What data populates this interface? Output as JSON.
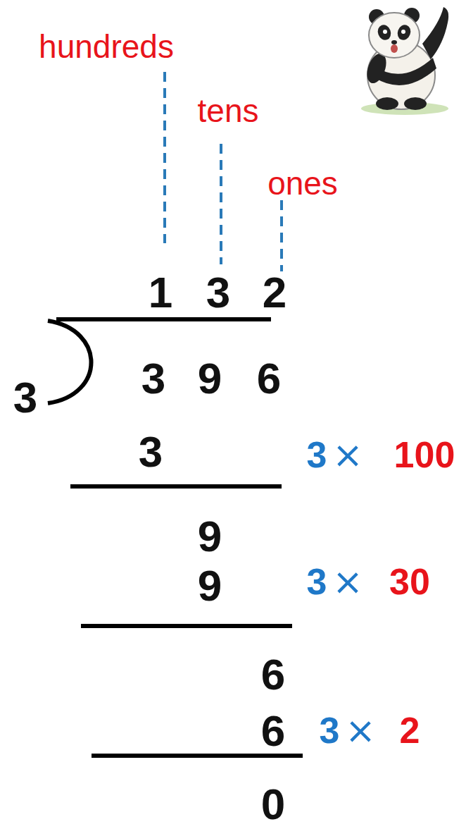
{
  "diagram": {
    "labels": [
      "hundreds",
      "tens",
      "ones",
      "1",
      "3",
      "2",
      "3",
      "3",
      "9",
      "6",
      "3",
      "3",
      "×",
      "100",
      "9",
      "9",
      "3",
      "×",
      "30",
      "6",
      "6",
      "3",
      "×",
      "2",
      "0"
    ]
  }
}
